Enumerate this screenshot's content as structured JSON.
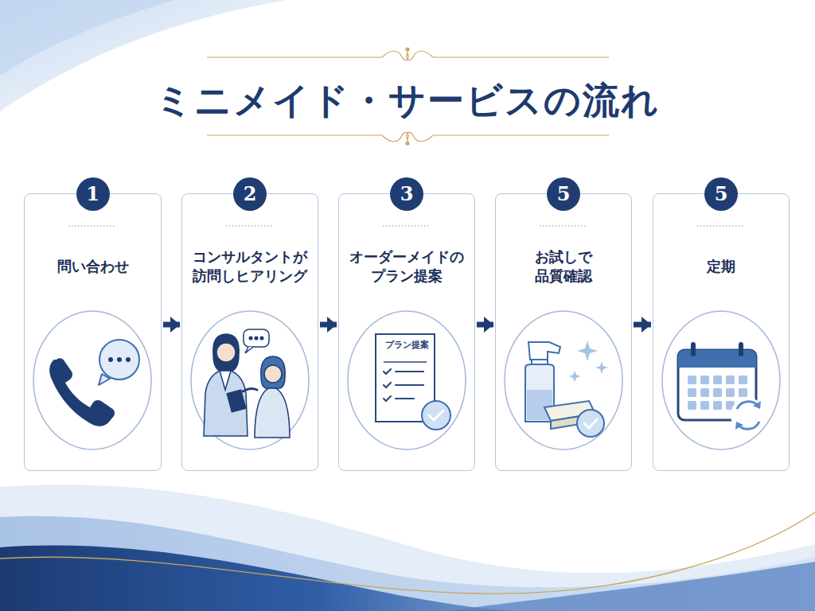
{
  "diagram": {
    "title": "ミニメイド・サービスの流れ",
    "nodes": [
      {
        "text": [
          "問い合わせ"
        ]
      },
      {
        "text": [
          "1"
        ],
        "in": 0
      },
      {
        "text": [
          "コンサルタントが 訪問しヒアリング"
        ]
      },
      {
        "text": [
          "2"
        ],
        "in": 2
      },
      {
        "text": [
          "オーダーメイドの プラン提案"
        ]
      },
      {
        "text": [
          "3"
        ],
        "in": 4
      },
      {
        "text": [
          "お試しで 品質確認"
        ]
      },
      {
        "text": [
          "5"
        ],
        "in": 6
      },
      {
        "text": [
          "定期"
        ]
      },
      {
        "text": [
          "5"
        ],
        "in": 8
      }
    ],
    "edges": [
      {
        "from": 0,
        "to": 2,
        "arrow": "to"
      },
      {
        "from": 2,
        "to": 4,
        "arrow": "to"
      },
      {
        "from": 4,
        "to": 6,
        "arrow": "to"
      },
      {
        "from": 6,
        "to": 8,
        "arrow": "to"
      }
    ],
    "labels": [
      "プラン提案"
    ]
  }
}
